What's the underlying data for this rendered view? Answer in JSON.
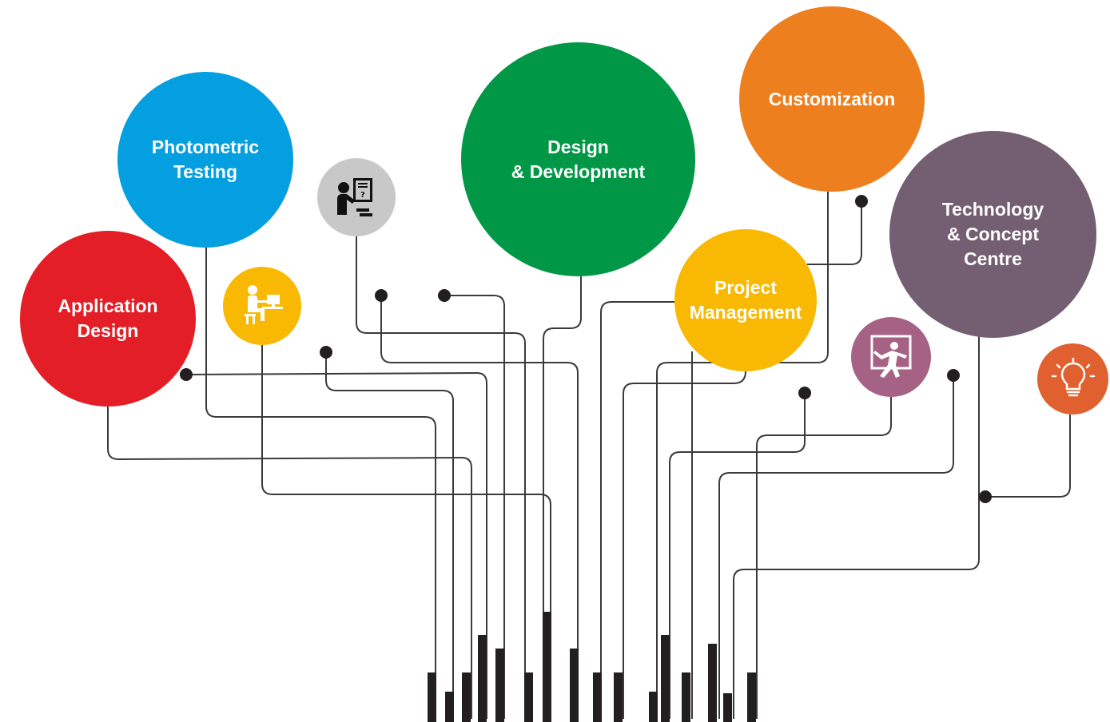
{
  "nodes": [
    {
      "id": "application-design",
      "label": "Application\nDesign",
      "color": "#e31e26"
    },
    {
      "id": "photometric-testing",
      "label": "Photometric\nTesting",
      "color": "#039fe0"
    },
    {
      "id": "design-development",
      "label": "Design\n& Development",
      "color": "#009846"
    },
    {
      "id": "customization",
      "label": "Customization",
      "color": "#ee7f1f"
    },
    {
      "id": "project-management",
      "label": "Project\nManagement",
      "color": "#f9b801"
    },
    {
      "id": "technology-concept-centre",
      "label": "Technology\n& Concept\nCentre",
      "color": "#735f71"
    }
  ],
  "icons": [
    {
      "id": "desk-worker-icon",
      "color": "#f9b801"
    },
    {
      "id": "presentation-icon",
      "color": "#c8c8c8"
    },
    {
      "id": "installation-worker-icon",
      "color": "#a66285"
    },
    {
      "id": "lightbulb-icon",
      "color": "#e0612f"
    }
  ],
  "line_color": "#3a3a3a",
  "bar_color": "#231f20"
}
